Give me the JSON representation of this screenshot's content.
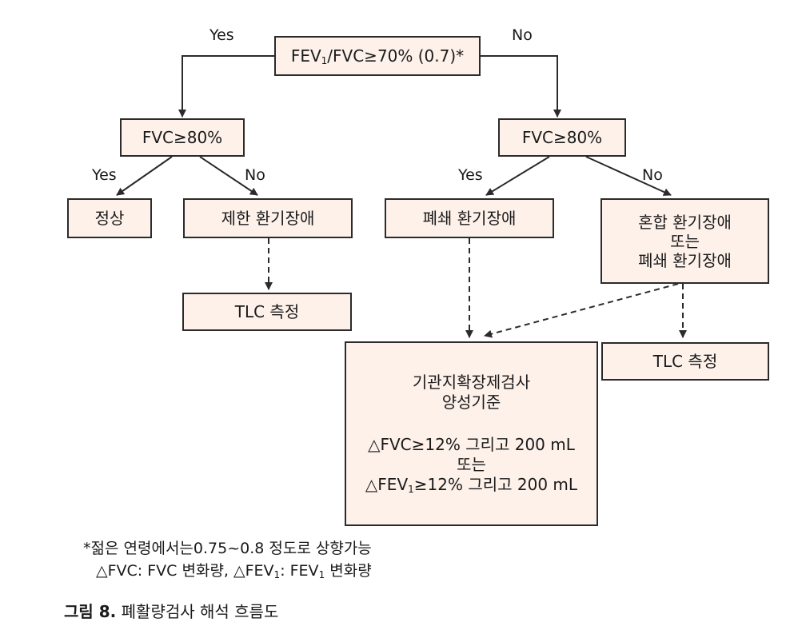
{
  "nodes": {
    "root": {
      "pre": "FEV",
      "sub": "1",
      "post": "/FVC≥70% (0.7)*"
    },
    "fvc_left": "FVC≥80%",
    "fvc_right": "FVC≥80%",
    "normal": "정상",
    "restrictive": "제한 환기장애",
    "tlc_left": "TLC 측정",
    "obstructive": "폐쇄 환기장애",
    "mixed": [
      "혼합 환기장애",
      "또는",
      "폐쇄 환기장애"
    ],
    "tlc_right": "TLC 측정",
    "bronchodilator": {
      "title": [
        "기관지확장제검사",
        "양성기준"
      ],
      "line1": "△FVC≥12% 그리고 200 mL",
      "line2": "또는",
      "line3_pre": "△FEV",
      "line3_sub": "1",
      "line3_post": "≥12% 그리고 200 mL"
    }
  },
  "edge_labels": {
    "root_yes": "Yes",
    "root_no": "No",
    "left_yes": "Yes",
    "left_no": "No",
    "right_yes": "Yes",
    "right_no": "No"
  },
  "notes": {
    "note1": "*젊은 연령에서는0.75~0.8 정도로 상향가능",
    "note2_a": "△FVC: FVC 변화량, △FEV",
    "note2_sub1": "1",
    "note2_b": ": FEV",
    "note2_sub2": "1",
    "note2_c": " 변화량"
  },
  "caption": {
    "label": "그림 8.",
    "text": " 폐활량검사 해석 흐름도"
  },
  "colors": {
    "box_fill": "#fdf1ea",
    "line": "#2b2b2b"
  }
}
